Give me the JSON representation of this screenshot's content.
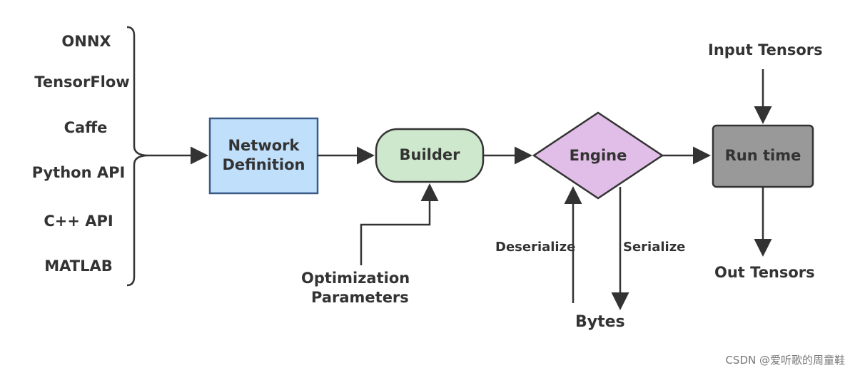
{
  "sources": [
    "ONNX",
    "TensorFlow",
    "Caffe",
    "Python API",
    "C++ API",
    "MATLAB"
  ],
  "nodes": {
    "network_definition": "Network\nDefinition",
    "builder": "Builder",
    "engine": "Engine",
    "runtime": "Run time"
  },
  "labels": {
    "optimization_line1": "Optimization",
    "optimization_line2": "Parameters",
    "deserialize": "Deserialize",
    "serialize": "Serialize",
    "bytes": "Bytes",
    "input_tensors": "Input Tensors",
    "out_tensors": "Out Tensors"
  },
  "watermark": "CSDN @爱听歌的周童鞋",
  "colors": {
    "network_definition_fill": "#BFDFFB",
    "network_definition_stroke": "#3A5B87",
    "builder_fill": "#CDE8CC",
    "engine_fill": "#E1BEE7",
    "runtime_fill": "#999999",
    "line": "#333333"
  }
}
